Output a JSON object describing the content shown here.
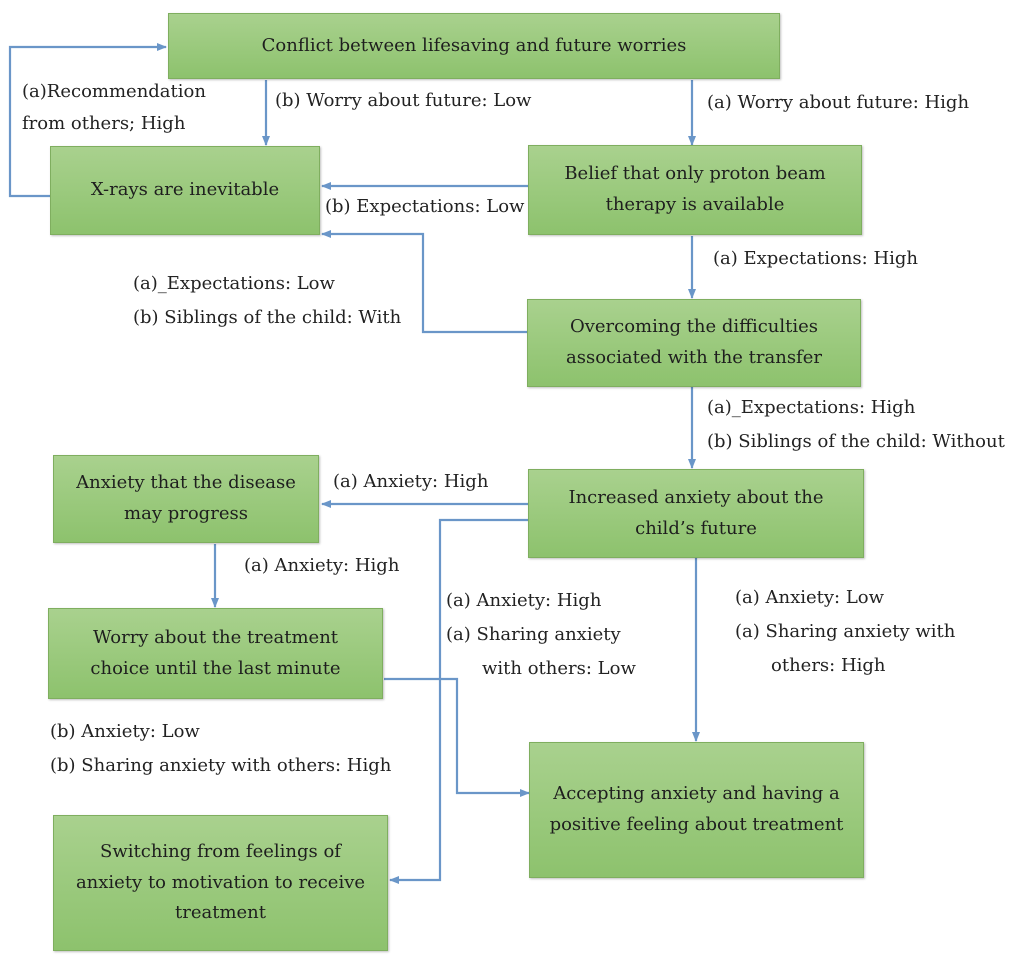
{
  "nodes": {
    "conflict": "Conflict between lifesaving and future worries",
    "xrays": "X-rays are inevitable",
    "belief": "Belief that only proton beam therapy is available",
    "overcoming": "Overcoming the difficulties associated with the transfer",
    "increased": "Increased anxiety about the child’s future",
    "progress": "Anxiety that the disease may progress",
    "worry_choice": "Worry about the treatment choice until the last minute",
    "accepting": "Accepting anxiety and having a positive feeling about treatment",
    "switching": "Switching from feelings of anxiety to motivation to receive treatment"
  },
  "edge_labels": {
    "recommendation": [
      "(a)Recommendation",
      "from others; High"
    ],
    "worry_low": "(b) Worry about future: Low",
    "worry_high": "(a) Worry about future: High",
    "expectations_low": "(b) Expectations: Low",
    "expectations_high": "(a) Expectations: High",
    "back_to_xrays": [
      "(a)_Expectations: Low",
      "(b) Siblings of the child: With"
    ],
    "to_increased": [
      "(a)_Expectations: High",
      "(b) Siblings of the child: Without"
    ],
    "anxiety_high_left": "(a) Anxiety: High",
    "anxiety_high_down": "(a) Anxiety: High",
    "to_switching": [
      "(a) Anxiety: High",
      "(a) Sharing anxiety",
      "with others: Low"
    ],
    "to_accepting": [
      "(a) Anxiety: Low",
      "(a) Sharing anxiety with",
      "others: High"
    ],
    "worry_to_accepting": [
      "(b) Anxiety: Low",
      "(b) Sharing anxiety with others: High"
    ]
  },
  "colors": {
    "node_fill": "#a9d18e",
    "node_border": "#7fae5f",
    "arrow": "#6a96c8"
  }
}
